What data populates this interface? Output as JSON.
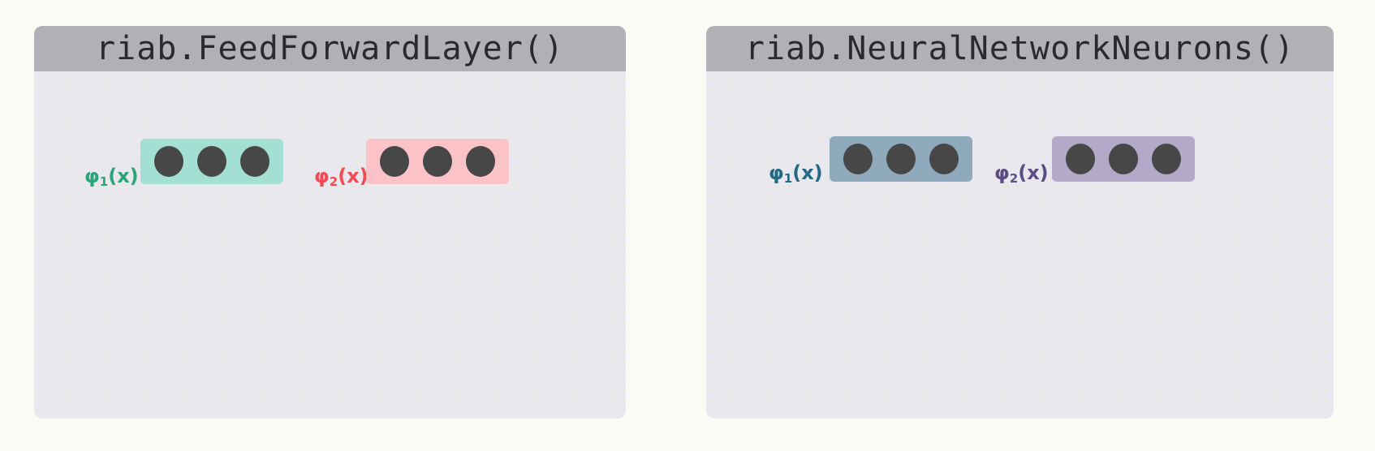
{
  "panels": [
    {
      "title": "riab.FeedForwardLayer()",
      "layers": [
        {
          "symbol": "φ",
          "sub": "1",
          "arg": "(x)",
          "label_color": "#2aa57a",
          "box_color": "#a4dfd3",
          "neurons": 3
        },
        {
          "symbol": "φ",
          "sub": "2",
          "arg": "(x)",
          "label_color": "#f24b55",
          "box_color": "#fbc2c8",
          "neurons": 3
        }
      ]
    },
    {
      "title": "riab.NeuralNetworkNeurons()",
      "layers": [
        {
          "symbol": "φ",
          "sub": "1",
          "arg": "(x)",
          "label_color": "#236a84",
          "box_color": "#8fa9bd",
          "neurons": 3
        },
        {
          "symbol": "φ",
          "sub": "2",
          "arg": "(x)",
          "label_color": "#5c4d86",
          "box_color": "#b3a9c9",
          "neurons": 3
        }
      ]
    }
  ]
}
